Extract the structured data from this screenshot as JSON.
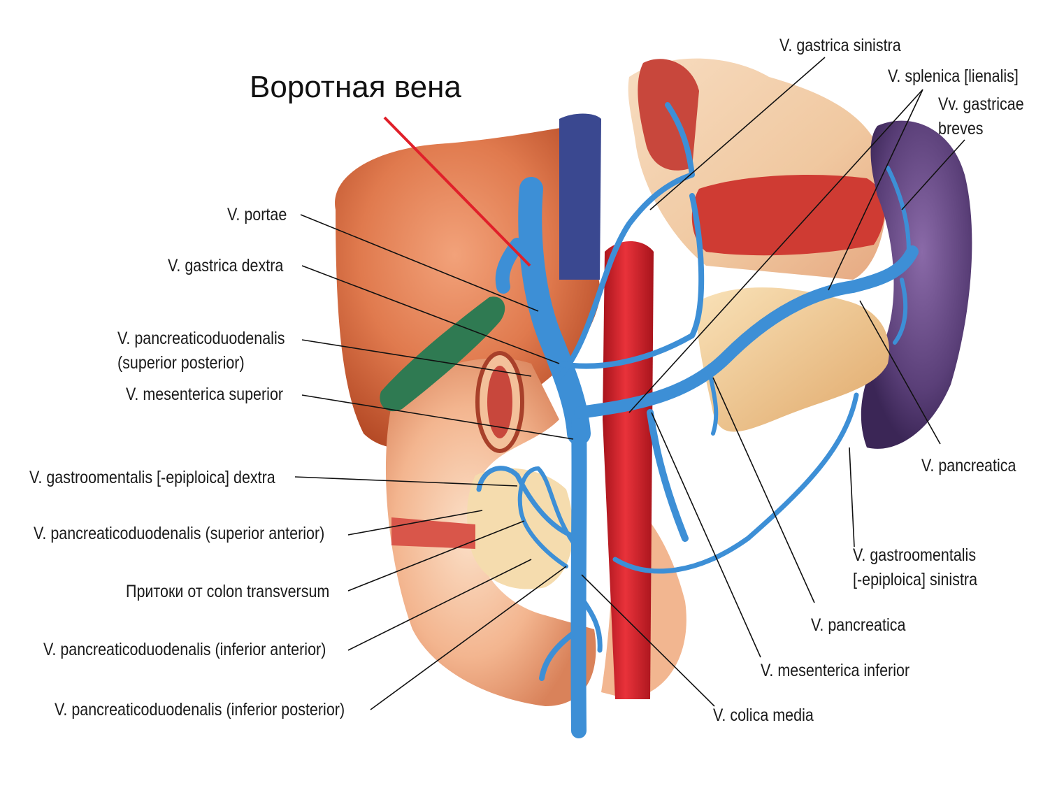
{
  "title": "Воротная вена",
  "colors": {
    "vein": "#3d8fd6",
    "vein_dark": "#1f5fa6",
    "artery": "#d8242a",
    "liver": "#c8552e",
    "pancreas": "#f0c98f",
    "spleen": "#5a3f78",
    "stomach": "#d9564a",
    "gallbladder": "#2f7a52",
    "vena_cava": "#3a4890",
    "pointer": "#e0202a"
  },
  "labels": {
    "v_portae": "V. portae",
    "v_gastrica_dextra": "V. gastrica dextra",
    "v_pcd_sup_post_1": "V. pancreaticoduodenalis",
    "v_pcd_sup_post_2": "(superior posterior)",
    "v_mesenterica_superior": "V. mesenterica superior",
    "v_gastroomentalis_dextra": "V. gastroomentalis [-epiploica] dextra",
    "v_pcd_sup_ant": "V. pancreaticoduodenalis (superior anterior)",
    "pritoki": "Притоки от colon transversum",
    "v_pcd_inf_ant": "V. pancreaticoduodenalis (inferior anterior)",
    "v_pcd_inf_post": "V. pancreaticoduodenalis (inferior posterior)",
    "v_gastrica_sinistra": "V. gastrica sinistra",
    "v_splenica": "V. splenica [lienalis]",
    "vv_gastricae_1": "Vv. gastricae",
    "vv_gastricae_2": "breves",
    "v_pancreatica_right": "V. pancreatica",
    "v_gastroomentalis_sin_1": "V. gastroomentalis",
    "v_gastroomentalis_sin_2": "[-epiploica] sinistra",
    "v_pancreatica_low": "V. pancreatica",
    "v_mesenterica_inferior": "V. mesenterica inferior",
    "v_colica_media": "V. colica media"
  }
}
